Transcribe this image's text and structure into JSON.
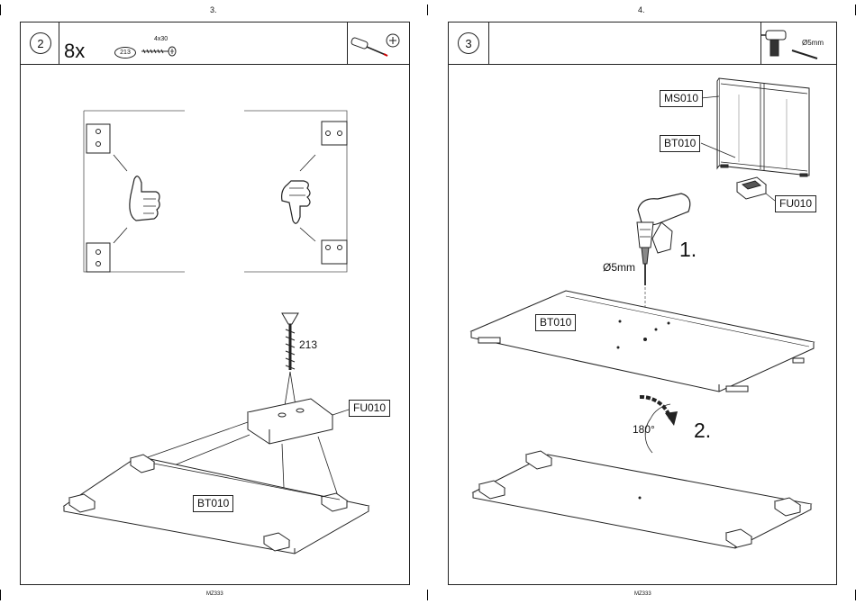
{
  "left_page": {
    "page_number": "3.",
    "footer_code": "MZ333",
    "step_number": "2",
    "quantity": "8x",
    "part_badge": "213",
    "screw_size": "4x30",
    "tools": [
      "screwdriver-icon",
      "phillips-bit-icon"
    ],
    "screw_callout": "213",
    "labels": {
      "cap": "FU010",
      "base": "BT010"
    }
  },
  "right_page": {
    "page_number": "4.",
    "footer_code": "MZ333",
    "step_number": "3",
    "tools": [
      "drill-icon",
      "drill-bit-icon"
    ],
    "drill_bit_size": "Ø5mm",
    "labels": {
      "cabinet": "MS010",
      "bottom": "BT010",
      "foot": "FU010",
      "board": "BT010"
    },
    "drill_callout": "Ø5mm",
    "step_markers": [
      "1.",
      "2."
    ],
    "rotation": "180°"
  }
}
